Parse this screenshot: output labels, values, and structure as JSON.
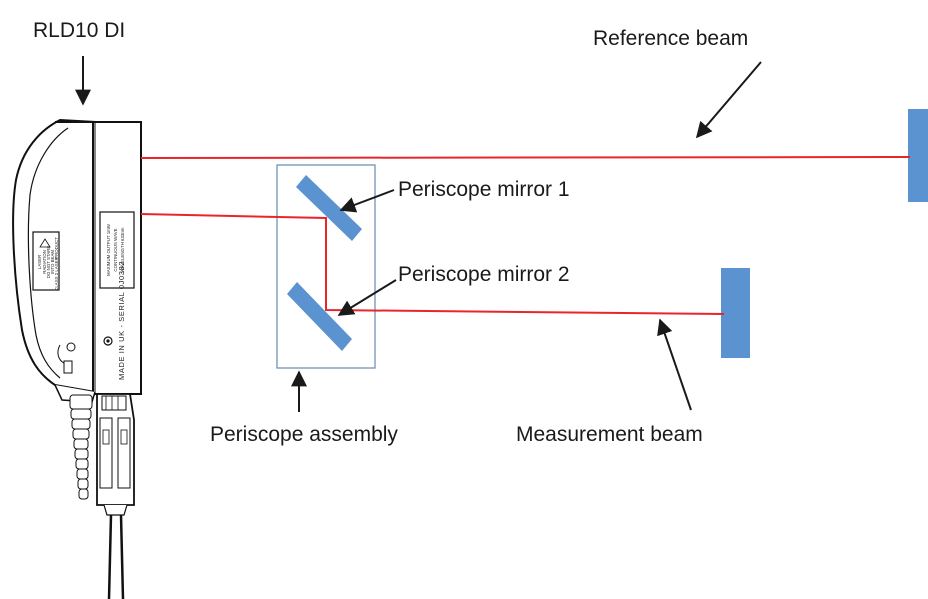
{
  "labels": {
    "device": "RLD10 DI",
    "reference_beam": "Reference beam",
    "mirror1": "Periscope mirror 1",
    "mirror2": "Periscope mirror 2",
    "assembly": "Periscope assembly",
    "measurement_beam": "Measurement beam"
  },
  "device_markings": {
    "warning_lines": [
      "LASER",
      "RADIATION",
      "DO NOT STARE",
      "INTO BEAM",
      "CLASS 2 LASER",
      "PRODUCT"
    ],
    "output_lines": [
      "MAXIMUM OUTPUT 1mW",
      "CONTINUOUS WAVE",
      "WAVELENGTH 633nm"
    ],
    "serial_text": "MADE IN UK  -  SERIAL  0J0382"
  },
  "colors": {
    "beam": "#e8262a",
    "target": "#5b93d0",
    "mirror": "#5b93d0",
    "assembly_border": "#6f93b5",
    "arrow": "#1a1a1a"
  },
  "icons": [
    "laser-head-icon",
    "cable-connector-icon"
  ]
}
